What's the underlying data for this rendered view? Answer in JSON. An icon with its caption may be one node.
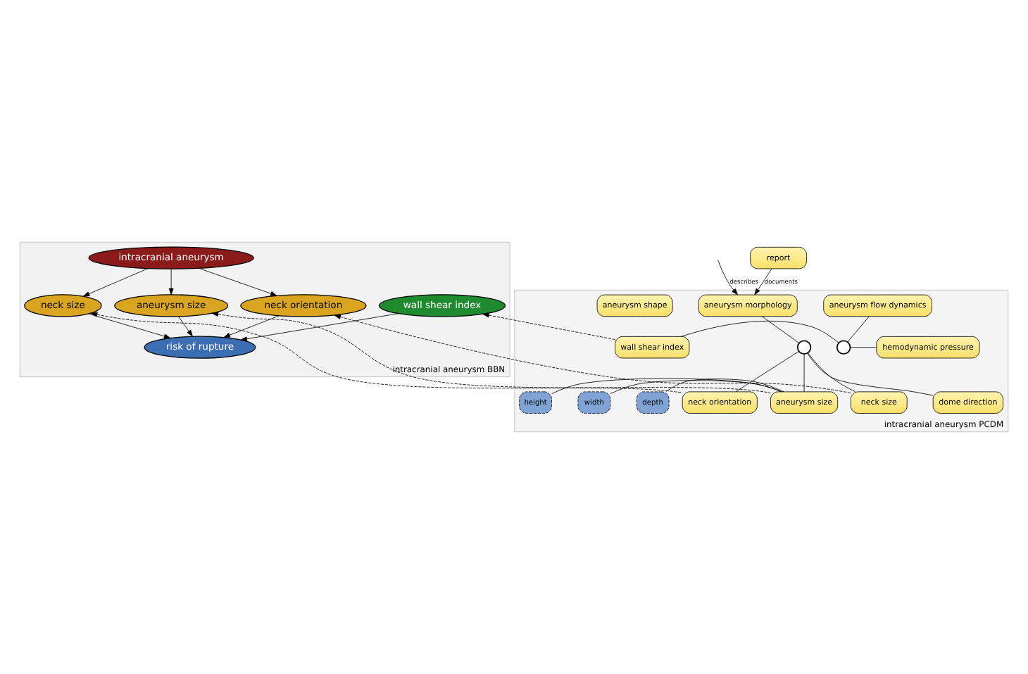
{
  "diagram": {
    "nodes": [
      {
        "text": [
          "intracranial aneurysm BBN"
        ]
      },
      {
        "text": [
          "intracranial aneurysm"
        ],
        "in": 0
      },
      {
        "text": [
          "aneurysm size"
        ],
        "in": 0
      },
      {
        "text": [
          "neck size"
        ],
        "in": 0
      },
      {
        "text": [
          "neck orientation"
        ],
        "in": 0
      },
      {
        "text": [
          "risk of rupture"
        ],
        "in": 0
      },
      {
        "text": [
          "wall shear index"
        ],
        "in": 0
      },
      {
        "text": [
          "intracranial aneurysm PCDM"
        ]
      },
      {
        "text": [
          "aneurysm shape"
        ],
        "in": 7
      },
      {
        "text": [
          "aneurysm morphology"
        ],
        "in": 7
      },
      {
        "text": [
          "aneurysm flow dynamics"
        ],
        "in": 7
      },
      {
        "text": [
          "wall shear index"
        ],
        "in": 7
      },
      {
        "text": [
          "hemodynamic pressure"
        ],
        "in": 7
      },
      {
        "text": [
          "aneurysm size"
        ],
        "in": 7
      },
      {
        "text": [
          "dome direction"
        ],
        "in": 7
      },
      {
        "text": [
          "neck size"
        ],
        "in": 7
      },
      {
        "text": [
          "neck orientation"
        ],
        "in": 7
      },
      {
        "text": [
          "height"
        ],
        "in": 7
      },
      {
        "text": [
          "width"
        ],
        "in": 7
      },
      {
        "text": [
          "depth"
        ],
        "in": 7
      },
      {
        "text": [
          "report"
        ]
      },
      {
        "text": [],
        "shape": "circle",
        "in": 7
      },
      {
        "text": [],
        "shape": "circle",
        "in": 7
      }
    ],
    "edges": [
      {
        "from": 1,
        "to": 2,
        "arrow": "to"
      },
      {
        "from": 1,
        "to": 3,
        "arrow": "to"
      },
      {
        "from": 1,
        "to": 4,
        "arrow": "to"
      },
      {
        "from": 2,
        "to": 5,
        "arrow": "to"
      },
      {
        "from": 3,
        "to": 5,
        "arrow": "to"
      },
      {
        "from": 4,
        "to": 5,
        "arrow": "to"
      },
      {
        "from": 6,
        "to": 5,
        "arrow": "to"
      },
      {
        "from": 13,
        "to": 2,
        "arrow": "to",
        "style": "dashed"
      },
      {
        "from": 15,
        "to": 4,
        "arrow": "to",
        "style": "dashed"
      },
      {
        "from": 16,
        "to": 3,
        "arrow": "to",
        "style": "dashed"
      },
      {
        "from": 11,
        "to": 6,
        "arrow": "to",
        "style": "dashed"
      },
      {
        "from": 20,
        "to": 9,
        "arrow": "to",
        "label": "documents"
      },
      {
        "from": null,
        "to": 9,
        "arrow": "to",
        "label": "describes"
      },
      {
        "from": 9,
        "to": 21,
        "arrow": "none"
      },
      {
        "from": 21,
        "to": 13,
        "arrow": "none"
      },
      {
        "from": 21,
        "to": 14,
        "arrow": "none"
      },
      {
        "from": 21,
        "to": 15,
        "arrow": "none"
      },
      {
        "from": 21,
        "to": 16,
        "arrow": "none"
      },
      {
        "from": 10,
        "to": 22,
        "arrow": "none"
      },
      {
        "from": 22,
        "to": 11,
        "arrow": "none"
      },
      {
        "from": 22,
        "to": 12,
        "arrow": "none"
      },
      {
        "from": 17,
        "to": 13,
        "arrow": "none"
      },
      {
        "from": 18,
        "to": 13,
        "arrow": "none"
      },
      {
        "from": 19,
        "to": 13,
        "arrow": "none"
      }
    ]
  }
}
